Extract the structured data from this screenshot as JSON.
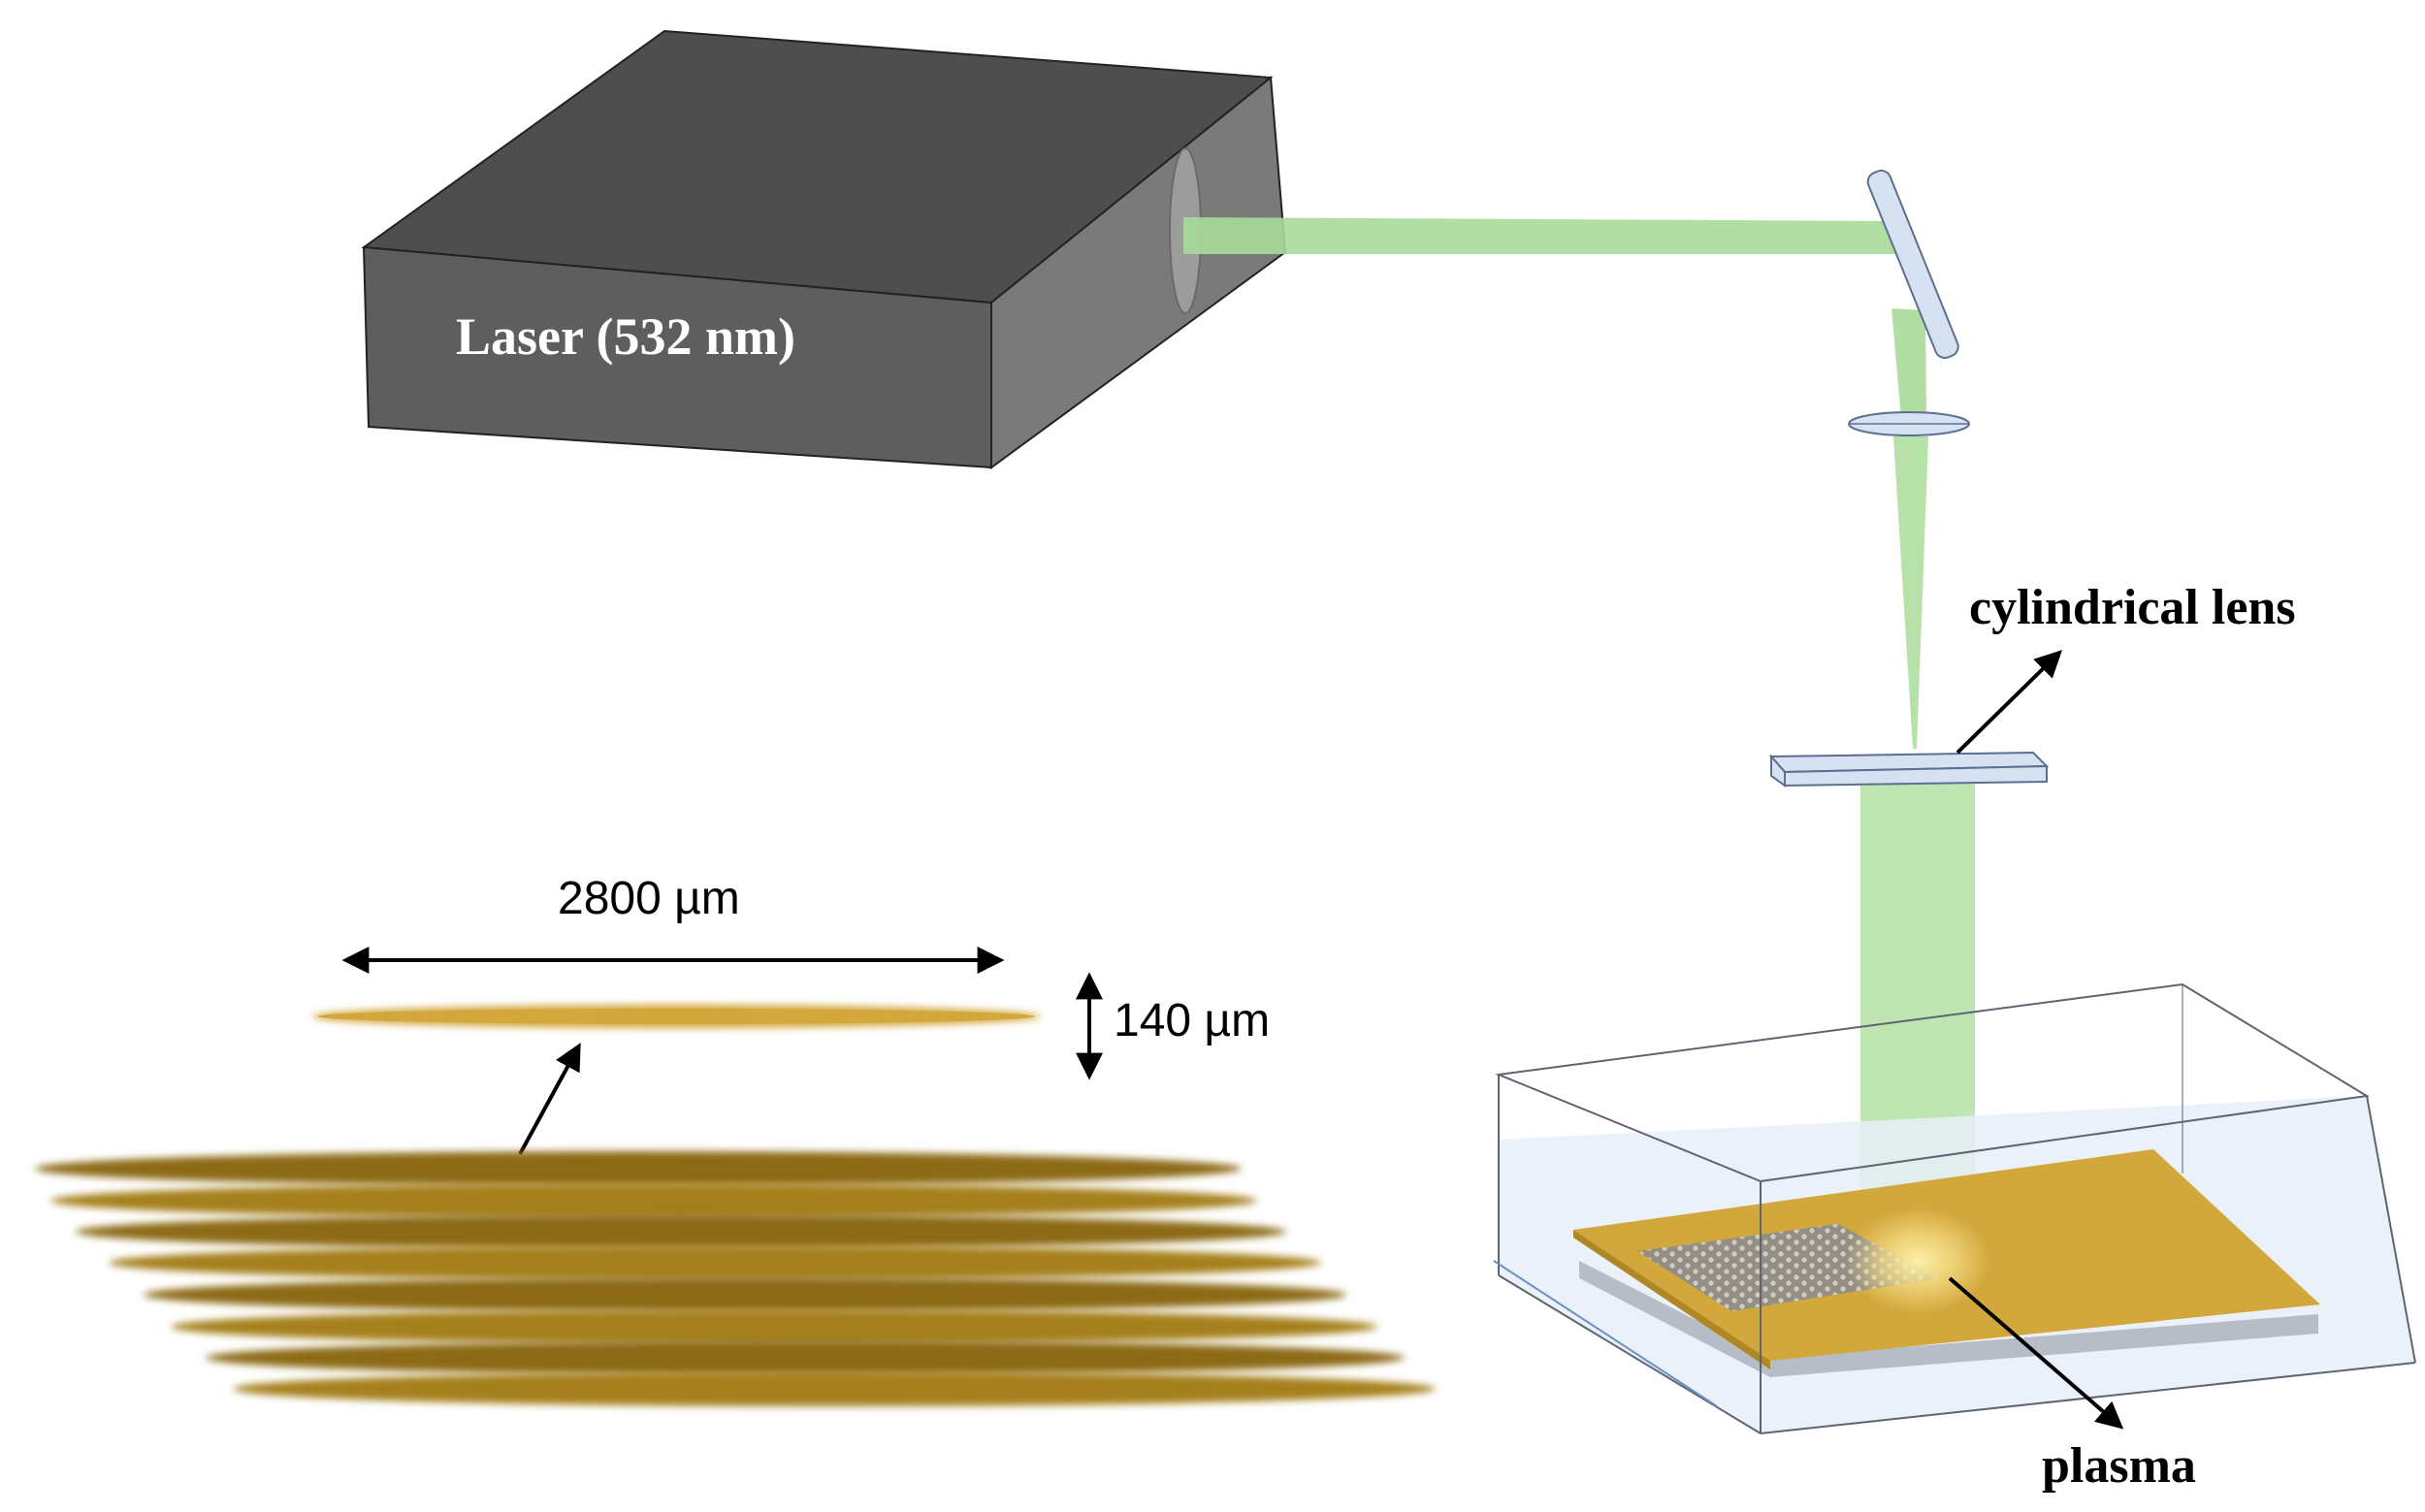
{
  "labels": {
    "laser": "Laser (532 nm)",
    "cylindrical_lens": "cylindrical lens",
    "plasma": "plasma",
    "width_dim": "2800 µm",
    "height_dim": "140 µm"
  },
  "colors": {
    "laser_front": "#5e5e5e",
    "laser_top": "#4e4e4e",
    "laser_side": "#7a7a7a",
    "beam": "#a9dc99",
    "optic": "#d6e2f1",
    "optic_edge": "#5d6f8f",
    "gold": "#d2a73c",
    "gold_dark": "#8c6a14",
    "gold_line": "#a5801c",
    "tank_water": "#e8eef7",
    "grey_slab": "#b7bcc6"
  }
}
